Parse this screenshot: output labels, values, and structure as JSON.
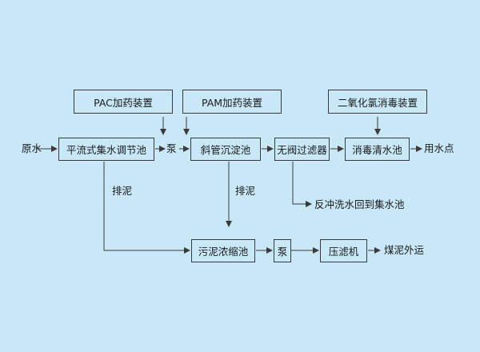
{
  "nodes": {
    "pac": "PAC加药装置",
    "pam": "PAM加药装置",
    "clo2": "二氧化氯消毒装置",
    "equalization": "平流式集水调节池",
    "inclined": "斜管沉淀池",
    "valveless": "无阀过滤器",
    "disinfect": "消毒清水池",
    "sludge_thickener": "污泥浓缩池",
    "pump2": "泵",
    "filter_press": "压滤机"
  },
  "labels": {
    "raw_water": "原水",
    "pump1": "泵",
    "water_point": "用水点",
    "discharge_mud_1": "排泥",
    "discharge_mud_2": "排泥",
    "backwash": "反冲洗水回到集水池",
    "sludge_out": "煤泥外运"
  },
  "colors": {
    "background": "#c9e8f7",
    "line": "#3a3a3a"
  }
}
